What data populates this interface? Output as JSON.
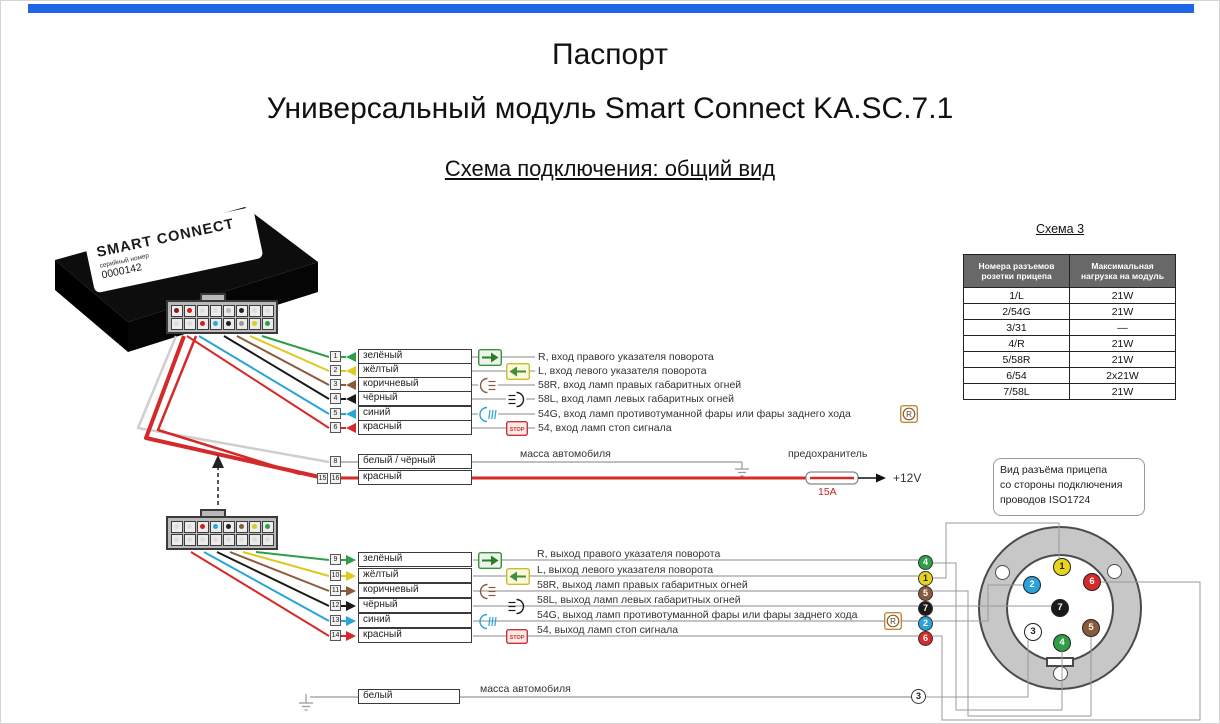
{
  "page": {
    "title_line1": "Паспорт",
    "title_line2": "Универсальный модуль Smart Connect KA.SC.7.1",
    "section_title": "Схема подключения: общий вид"
  },
  "module": {
    "name": "SMART CONNECT",
    "serial_label": "серийный номер",
    "serial": "0000142"
  },
  "schema_table": {
    "title": "Схема 3",
    "col1": "Номера разъемов розетки прицепа",
    "col2": "Максимальная нагрузка на модуль",
    "rows": [
      [
        "1/L",
        "21W"
      ],
      [
        "2/54G",
        "21W"
      ],
      [
        "3/31",
        "—"
      ],
      [
        "4/R",
        "21W"
      ],
      [
        "5/58R",
        "21W"
      ],
      [
        "6/54",
        "2x21W"
      ],
      [
        "7/58L",
        "21W"
      ]
    ]
  },
  "inputs": {
    "rows": [
      {
        "tag": "1",
        "wire": "зелёный",
        "desc": "R, вход правого указателя поворота"
      },
      {
        "tag": "2",
        "wire": "жёлтый",
        "desc": "L, вход левого указателя поворота"
      },
      {
        "tag": "3",
        "wire": "коричневый",
        "desc": "58R, вход ламп правых габаритных огней"
      },
      {
        "tag": "4",
        "wire": "чёрный",
        "desc": "58L, вход ламп левых габаритных огней"
      },
      {
        "tag": "5",
        "wire": "синий",
        "desc": "54G, вход ламп противотуманной фары или фары заднего хода",
        "badge": "R"
      },
      {
        "tag": "6",
        "wire": "красный",
        "desc": "54, вход ламп стоп сигнала"
      }
    ],
    "ground": {
      "tag": "8",
      "wire": "белый / чёрный",
      "desc": "масса автомобиля"
    },
    "power": {
      "tag_a": "15",
      "tag_b": "16",
      "wire": "красный",
      "fuse_label": "предохранитель",
      "fuse_rating": "15A",
      "output_label": "+12V"
    }
  },
  "outputs": {
    "rows": [
      {
        "tag": "9",
        "wire": "зелёный",
        "desc": "R, выход правого указателя поворота",
        "pin": "4"
      },
      {
        "tag": "10",
        "wire": "жёлтый",
        "desc": "L, выход левого указателя поворота",
        "pin": "1"
      },
      {
        "tag": "11",
        "wire": "коричневый",
        "desc": "58R, выход ламп правых габаритных огней",
        "pin": "5"
      },
      {
        "tag": "12",
        "wire": "чёрный",
        "desc": "58L, выход ламп левых габаритных огней",
        "pin": "7"
      },
      {
        "tag": "13",
        "wire": "синий",
        "desc": "54G, выход ламп противотуманной фары или фары заднего хода",
        "pin": "2",
        "badge": "R"
      },
      {
        "tag": "14",
        "wire": "красный",
        "desc": "54, выход ламп стоп сигнала",
        "pin": "6"
      }
    ],
    "ground": {
      "wire": "белый",
      "desc": "масса автомобиля",
      "pin": "3"
    }
  },
  "trailer": {
    "caption_line1": "Вид разъёма прицепа",
    "caption_line2": "со стороны подключения",
    "caption_line3": "проводов ISO1724",
    "pins": [
      {
        "num": "1"
      },
      {
        "num": "2"
      },
      {
        "num": "3"
      },
      {
        "num": "4"
      },
      {
        "num": "5"
      },
      {
        "num": "6"
      },
      {
        "num": "7"
      }
    ]
  },
  "icons": {
    "stop_label": "STOP",
    "reverse_badge": "R"
  },
  "colors": {
    "top_bar_blue": "#2064e8",
    "wire_green": "#2f9e49",
    "wire_yellow": "#ddca1e",
    "wire_brown": "#8b5a3c",
    "wire_black": "#1a1a1a",
    "wire_blue": "#2aa3d8",
    "wire_red": "#d42a2a",
    "wire_white": "#cfcfcf",
    "line_gray": "#888888",
    "table_header_bg": "#686868",
    "fuse_rating_red": "#cc2222"
  }
}
